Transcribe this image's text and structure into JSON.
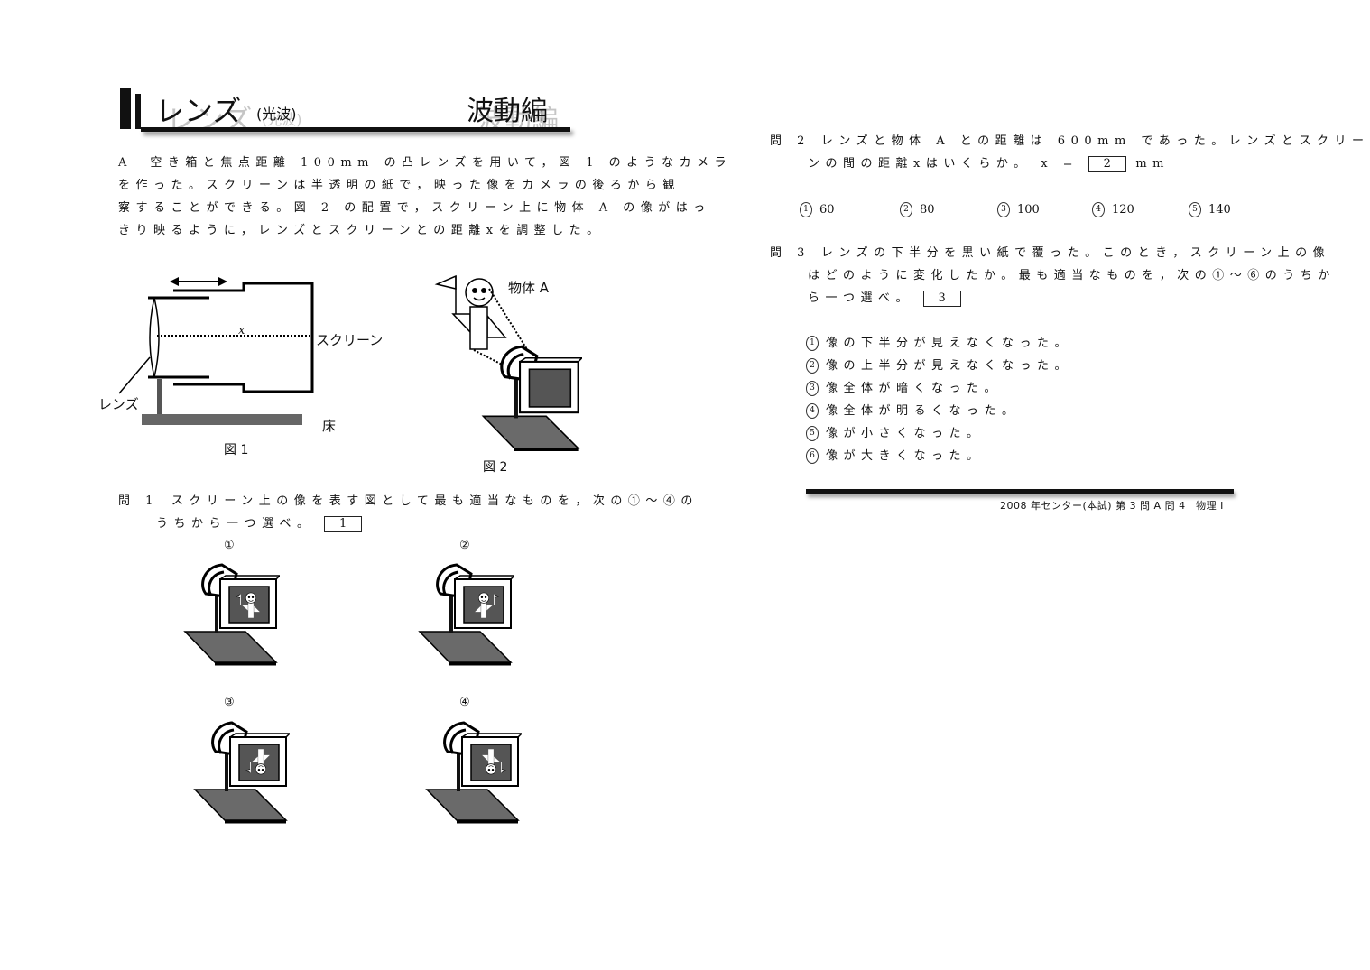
{
  "header": {
    "title": "レンズ",
    "subtitle": "(光波)",
    "section": "波動編"
  },
  "intro": {
    "lines": [
      "A　空き箱と焦点距離 100mm の凸レンズを用いて，図 1 のようなカメラ",
      "を作った。スクリーンは半透明の紙で，映った像をカメラの後ろから観",
      "察することができる。図 2 の配置で，スクリーン上に物体 A の像がはっ",
      "きり映るように，レンズとスクリーンとの距離xを調整した。"
    ]
  },
  "fig1": {
    "caption": "図 1",
    "label_lens": "レンズ",
    "label_screen": "スクリーン",
    "label_floor": "床",
    "label_x": "x"
  },
  "fig2": {
    "caption": "図 2",
    "label_object": "物体 A"
  },
  "q1": {
    "number": "問 1",
    "line1": "スクリーン上の像を表す図として最も適当なものを，次の①〜④の",
    "line2": "うちから一つ選べ。",
    "answer_box": "1",
    "options": [
      "①",
      "②",
      "③",
      "④"
    ]
  },
  "q2": {
    "number": "問 2",
    "line1": "レンズと物体 A との距離は 600mm であった。レンズとスクリー",
    "line2": "ンの間の距離xはいくらか。 x =",
    "answer_box": "2",
    "unit": "mm",
    "choices": [
      {
        "mark": "1",
        "value": "60"
      },
      {
        "mark": "2",
        "value": "80"
      },
      {
        "mark": "3",
        "value": "100"
      },
      {
        "mark": "4",
        "value": "120"
      },
      {
        "mark": "5",
        "value": "140"
      }
    ]
  },
  "q3": {
    "number": "問 3",
    "line1": "レンズの下半分を黒い紙で覆った。このとき，スクリーン上の像",
    "line2": "はどのように変化したか。最も適当なものを，次の①〜⑥のうちか",
    "line3": "ら一つ選べ。",
    "answer_box": "3",
    "choices": [
      {
        "mark": "1",
        "text": "像の下半分が見えなくなった。"
      },
      {
        "mark": "2",
        "text": "像の上半分が見えなくなった。"
      },
      {
        "mark": "3",
        "text": "像全体が暗くなった。"
      },
      {
        "mark": "4",
        "text": "像全体が明るくなった。"
      },
      {
        "mark": "5",
        "text": "像が小さくなった。"
      },
      {
        "mark": "6",
        "text": "像が大きくなった。"
      }
    ]
  },
  "footer": {
    "source": "2008 年センター(本試) 第 3 問 A 問 4　物理 I"
  }
}
